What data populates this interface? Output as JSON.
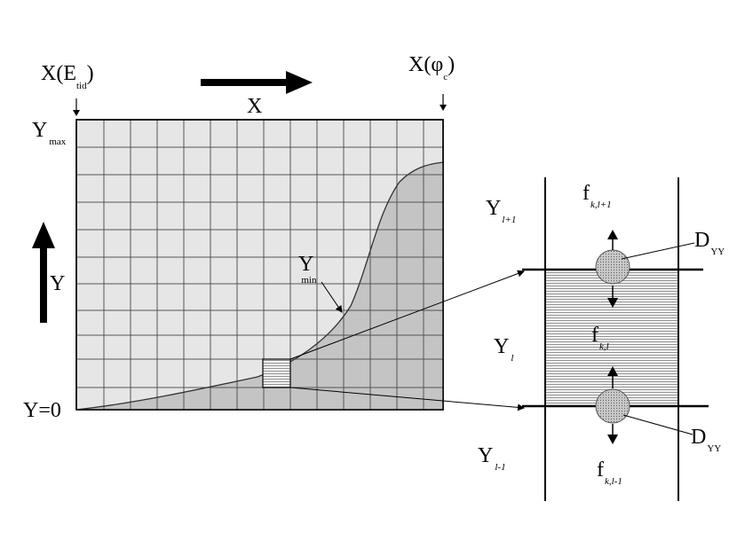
{
  "grid": {
    "x_left_top": "X(E",
    "x_left_sub": "tid",
    "x_left_close": ")",
    "x_right_top": "X(φ",
    "x_right_sub": "c",
    "x_right_close": ")",
    "x_axis": "X",
    "y_axis": "Y",
    "y_max": "Y",
    "y_max_sub": "max",
    "y_zero": "Y=0",
    "y_min": "Y",
    "y_min_sub": "min"
  },
  "cell": {
    "y_upper": "Y",
    "y_upper_sub": "l+1",
    "y_mid": "Y",
    "y_mid_sub": "l",
    "y_lower": "Y",
    "y_lower_sub": "l-1",
    "f_top": "f",
    "f_top_sub": "k,l+1",
    "f_mid": "f",
    "f_mid_sub": "k,l",
    "f_bot": "f",
    "f_bot_sub": "k,l-1",
    "d_top": "D",
    "d_top_sub": "YY",
    "d_bot": "D",
    "d_bot_sub": "YY"
  },
  "colors": {
    "grid_fill": "#e6e6e6",
    "curve_fill": "#c4c4c4",
    "hatch": "#7a7a7a",
    "circle": "#bdbdbd"
  }
}
